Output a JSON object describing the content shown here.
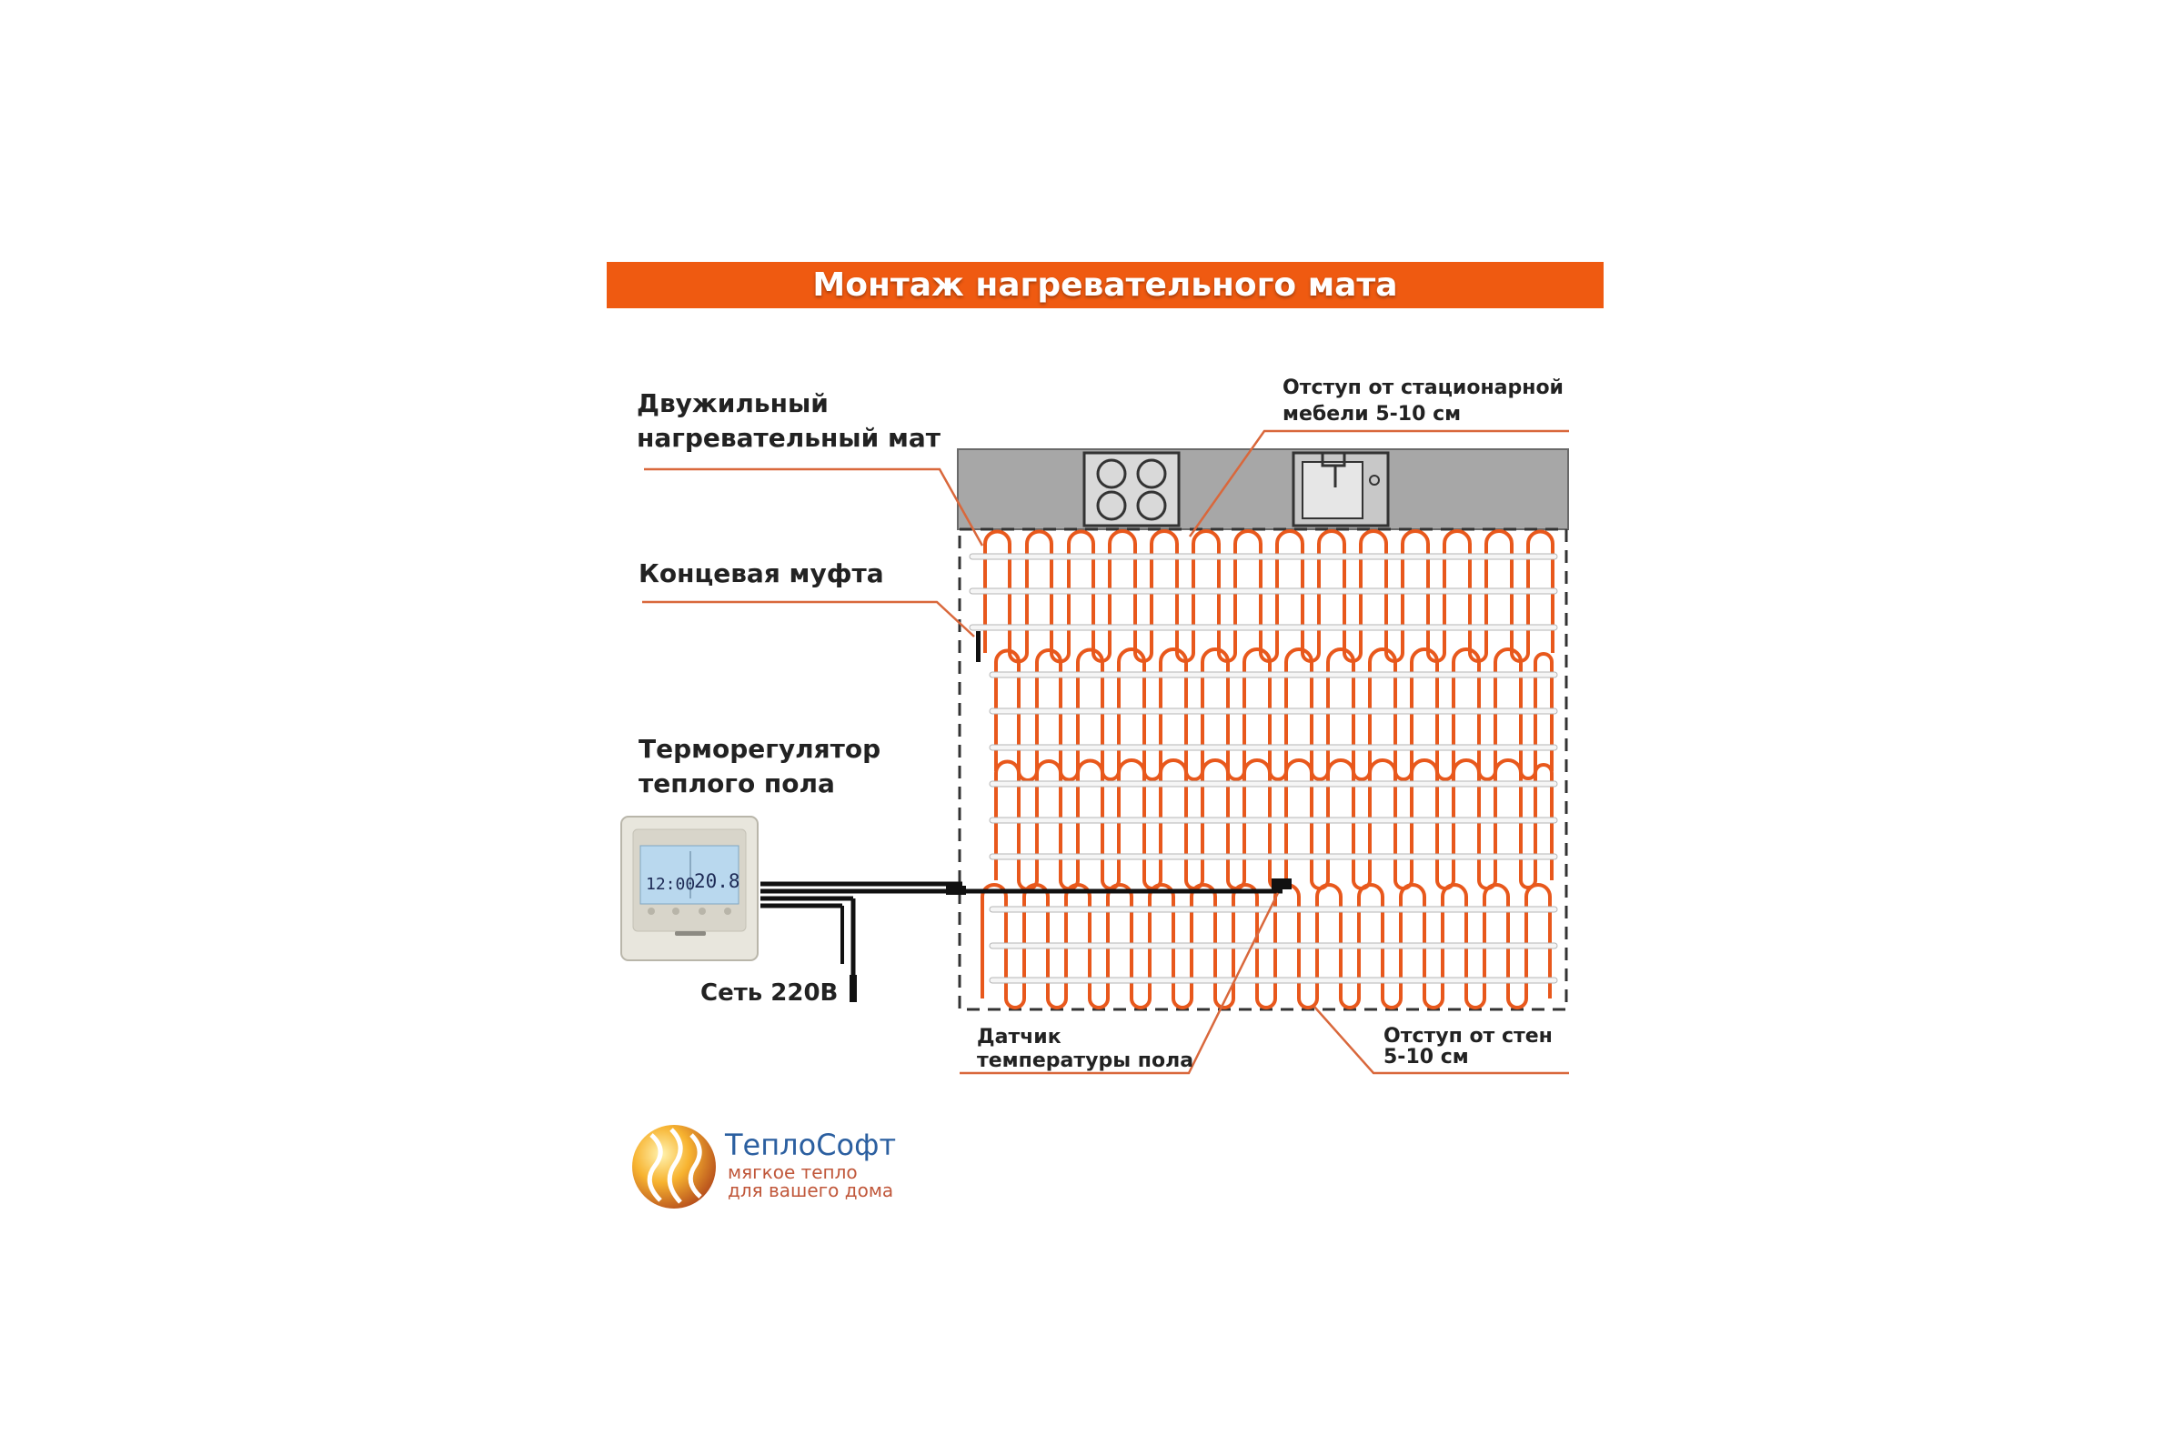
{
  "title": "Монтаж нагревательного мата",
  "labels": {
    "heating_mat": [
      "Двужильный",
      "нагревательный мат"
    ],
    "end_coupling": "Концевая муфта",
    "thermostat": [
      "Терморегулятор",
      "теплого пола"
    ],
    "mains": "Сеть 220В",
    "furniture_offset": [
      "Отступ от стационарной",
      "мебели 5-10 см"
    ],
    "floor_sensor": [
      "Датчик",
      "температуры пола"
    ],
    "wall_offset": [
      "Отступ от стен",
      "5-10 см"
    ]
  },
  "thermostat_display": {
    "time": "12:00",
    "temperature": "20.8"
  },
  "brand": {
    "name": "ТеплоСофт",
    "tagline": [
      "мягкое тепло",
      "для вашего дома"
    ]
  },
  "colors": {
    "accent": "#ef5a11",
    "cable": "#e8581c",
    "leader": "#d9683c",
    "furniture": "#a7a7a7",
    "mesh": "#f5f5f5"
  },
  "icons": [
    "cooktop-icon",
    "sink-icon",
    "thermostat-icon",
    "brand-logo-icon"
  ]
}
